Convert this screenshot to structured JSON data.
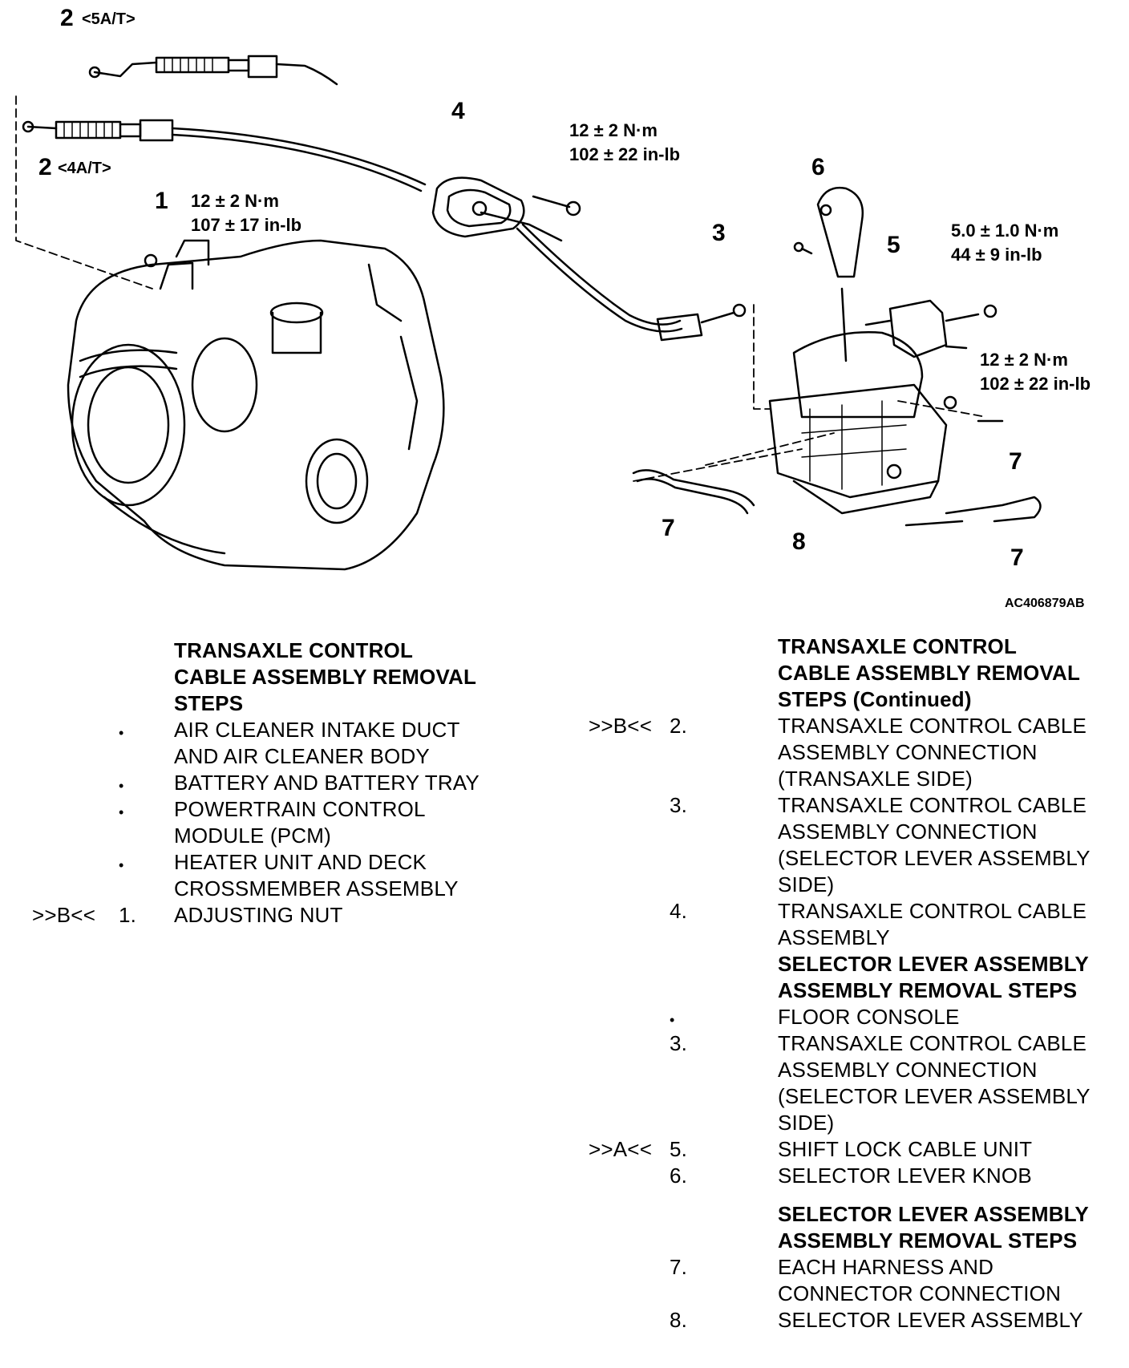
{
  "diagram": {
    "part_labels": [
      {
        "text": "2"
      },
      {
        "text": "<5A/T>"
      },
      {
        "text": "2"
      },
      {
        "text": "<4A/T>"
      },
      {
        "text": "1"
      },
      {
        "text": "4"
      },
      {
        "text": "3"
      },
      {
        "text": "6"
      },
      {
        "text": "5"
      },
      {
        "text": "7"
      },
      {
        "text": "7"
      },
      {
        "text": "7"
      },
      {
        "text": "8"
      }
    ],
    "torques": [
      {
        "nm": "12 ± 2 N·m",
        "inlb": "107 ± 17 in-lb"
      },
      {
        "nm": "12 ± 2 N·m",
        "inlb": "102 ± 22 in-lb"
      },
      {
        "nm": "5.0 ± 1.0 N·m",
        "inlb": "44 ± 9 in-lb"
      },
      {
        "nm": "12 ± 2 N·m",
        "inlb": "102 ± 22 in-lb"
      }
    ],
    "figure_id": "AC406879AB"
  },
  "left_column": {
    "heading": [
      "TRANSAXLE CONTROL",
      "CABLE ASSEMBLY REMOVAL",
      "STEPS"
    ],
    "steps": [
      {
        "ref": "",
        "num": "•",
        "lines": [
          "AIR CLEANER INTAKE DUCT",
          "AND AIR CLEANER BODY"
        ]
      },
      {
        "ref": "",
        "num": "•",
        "lines": [
          "BATTERY AND BATTERY TRAY"
        ]
      },
      {
        "ref": "",
        "num": "•",
        "lines": [
          "POWERTRAIN CONTROL",
          "MODULE (PCM)"
        ]
      },
      {
        "ref": "",
        "num": "•",
        "lines": [
          "HEATER UNIT AND DECK",
          "CROSSMEMBER ASSEMBLY"
        ]
      },
      {
        "ref": ">>B<<",
        "num": "1.",
        "lines": [
          "ADJUSTING NUT"
        ]
      }
    ]
  },
  "right_column": {
    "heading1": [
      "TRANSAXLE CONTROL",
      "CABLE ASSEMBLY REMOVAL",
      "STEPS (Continued)"
    ],
    "steps1": [
      {
        "ref": ">>B<<",
        "num": "2.",
        "lines": [
          "TRANSAXLE CONTROL CABLE",
          "ASSEMBLY CONNECTION",
          "(TRANSAXLE SIDE)"
        ]
      },
      {
        "ref": "",
        "num": "3.",
        "lines": [
          "TRANSAXLE CONTROL CABLE",
          "ASSEMBLY CONNECTION",
          "(SELECTOR LEVER ASSEMBLY",
          "SIDE)"
        ]
      },
      {
        "ref": "",
        "num": "4.",
        "lines": [
          "TRANSAXLE CONTROL CABLE",
          "ASSEMBLY"
        ]
      }
    ],
    "heading2": [
      "SELECTOR LEVER ASSEMBLY",
      "ASSEMBLY REMOVAL STEPS"
    ],
    "steps2": [
      {
        "ref": "",
        "num": "•",
        "lines": [
          "FLOOR CONSOLE"
        ]
      },
      {
        "ref": "",
        "num": "3.",
        "lines": [
          "TRANSAXLE CONTROL CABLE",
          "ASSEMBLY CONNECTION",
          "(SELECTOR LEVER ASSEMBLY",
          "SIDE)"
        ]
      },
      {
        "ref": ">>A<<",
        "num": "5.",
        "lines": [
          "SHIFT LOCK CABLE UNIT"
        ]
      },
      {
        "ref": "",
        "num": "6.",
        "lines": [
          "SELECTOR LEVER KNOB"
        ]
      }
    ],
    "heading3": [
      "SELECTOR LEVER ASSEMBLY",
      "ASSEMBLY REMOVAL STEPS"
    ],
    "steps3": [
      {
        "ref": "",
        "num": "7.",
        "lines": [
          "EACH HARNESS AND",
          "CONNECTOR CONNECTION"
        ]
      },
      {
        "ref": "",
        "num": "8.",
        "lines": [
          "SELECTOR LEVER ASSEMBLY"
        ]
      }
    ]
  }
}
